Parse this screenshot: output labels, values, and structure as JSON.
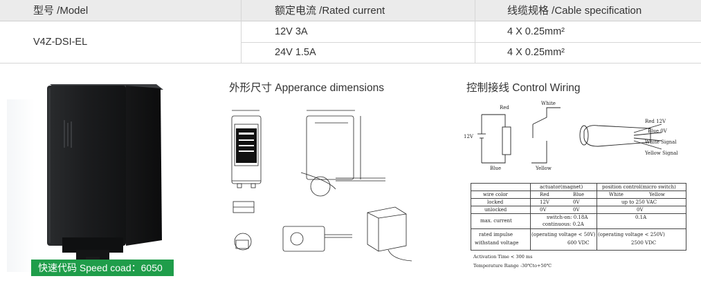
{
  "spec_table": {
    "headers": [
      "型号 /Model",
      "额定电流 /Rated current",
      "线缆规格 /Cable specification"
    ],
    "model": "V4Z-DSI-EL",
    "rows": [
      {
        "current": "12V 3A",
        "cable": "4 X 0.25mm²"
      },
      {
        "current": "24V 1.5A",
        "cable": "4 X 0.25mm²"
      }
    ]
  },
  "product": {
    "speed_code_label": "快速代码 Speed coad：6050"
  },
  "dimensions": {
    "title": "外形尺寸   Apperance dimensions"
  },
  "wiring": {
    "title": "控制接线   Control Wiring",
    "diagram_labels": {
      "red": "Red",
      "white": "White",
      "blue": "Blue",
      "yellow": "Yellow",
      "voltage": "12V",
      "red_12v": "Red  12V",
      "blue_0v": "Blue  0V",
      "white_signal": "White  Signal",
      "yellow_signal": "Yellow  Signal"
    },
    "table": {
      "header_actuator": "actuator(magnet)",
      "header_switch": "position control(micro switch)",
      "rows": [
        {
          "label": "wire color",
          "c1": "Red",
          "c2": "Blue",
          "c3": "White",
          "c4": "Yellow"
        },
        {
          "label": "locked",
          "c1": "12V",
          "c2": "0V",
          "c34": "up to 250 VAC"
        },
        {
          "label": "unlocked",
          "c1": "0V",
          "c2": "0V",
          "c34": "0V"
        },
        {
          "label": "max. current",
          "c12a": "switch-on: 0.18A",
          "c12b": "continuous: 0.2A",
          "c34": "0.1A"
        },
        {
          "label": "rated impulse",
          "label2": "withstand voltage",
          "c12a": "(operating voltage < 50V)",
          "c12b": "600 VDC",
          "c34a": "(operating voltage < 250V)",
          "c34b": "2500 VDC"
        }
      ]
    },
    "notes": [
      "Activation Time < 300 ms",
      "Temperature Range -30℃to+50℃"
    ]
  }
}
